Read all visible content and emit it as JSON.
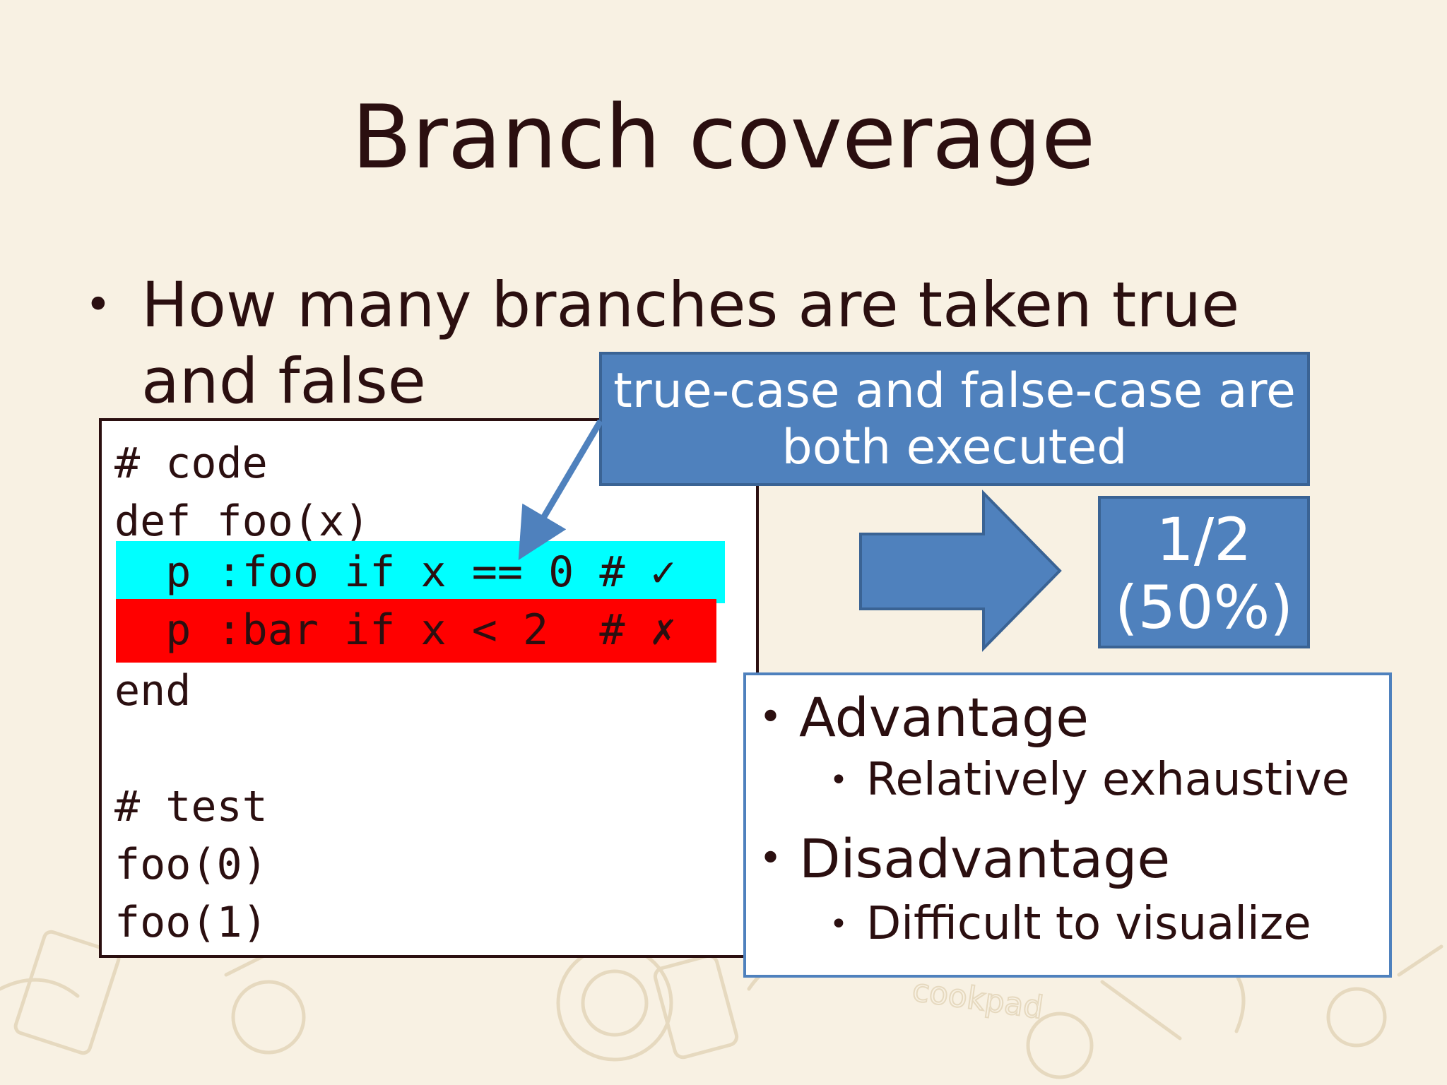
{
  "slide": {
    "title": "Branch coverage",
    "bullet": "How many branches are taken true and false"
  },
  "code": {
    "lines": [
      "# code",
      "def foo(x)",
      "  p :foo if x == 0 # ✓",
      "  p :bar if x < 2  # ✗",
      "end",
      "",
      "# test",
      "foo(0)",
      "foo(1)"
    ]
  },
  "callout": {
    "line1": "true-case and false-case are",
    "line2": "both executed"
  },
  "ratio": {
    "fraction": "1/2",
    "percent": "(50%)"
  },
  "pros_cons": {
    "advantage": "Advantage",
    "advantage_detail": "Relatively exhaustive",
    "disadvantage": "Disadvantage",
    "disadvantage_detail": "Difficult to visualize"
  },
  "colors": {
    "accent_blue": "#4f81bd",
    "highlight_true": "#00ffff",
    "highlight_false": "#ff0000",
    "text": "#2b0f10",
    "background": "#f8f1e3"
  },
  "watermark": "cookpad"
}
